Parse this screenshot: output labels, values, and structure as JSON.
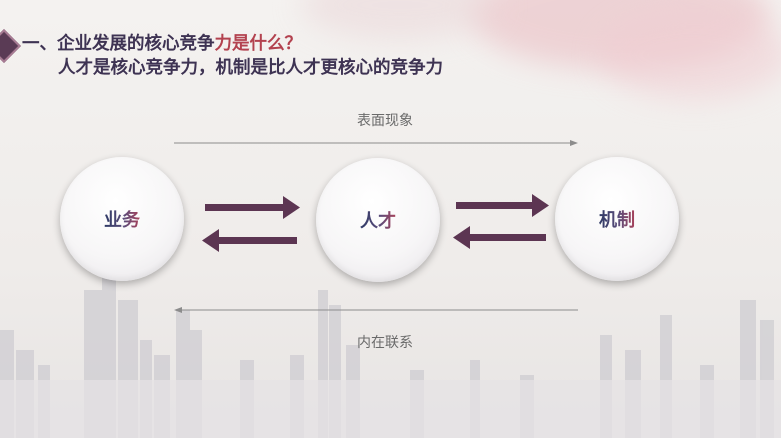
{
  "title": {
    "line1_prefix": "一、企业发展的核心竞争",
    "line1_accent": "力是什么？",
    "line2": "人才是核心竞争力，机制是比人才更核心的竞争力"
  },
  "diagram": {
    "top_caption": "表面现象",
    "bottom_caption": "内在联系",
    "nodes": [
      "业务",
      "人才",
      "机制"
    ]
  },
  "colors": {
    "title": "#3e3353",
    "accent": "#b3424f",
    "arrow": "#5c3552",
    "line": "#8c8c8c"
  }
}
